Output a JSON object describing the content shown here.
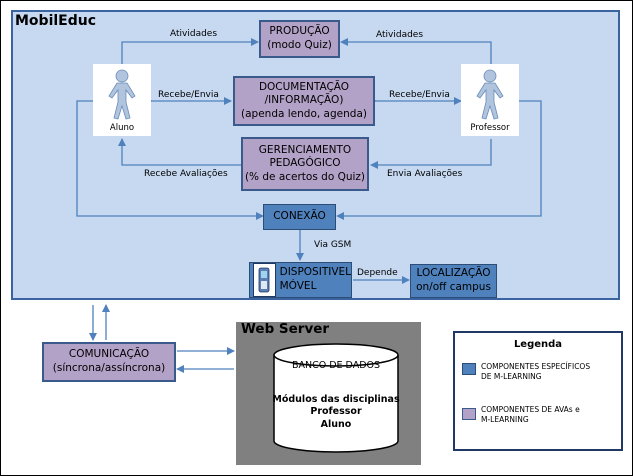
{
  "main": {
    "title": "MobilEduc"
  },
  "actors": {
    "aluno": {
      "label": "Aluno"
    },
    "professor": {
      "label": "Professor"
    }
  },
  "boxes": {
    "producao": [
      "PRODUÇÃO",
      "(modo Quiz)"
    ],
    "documentacao": [
      "DOCUMENTAÇÃO",
      "/INFORMAÇÃO)",
      "(apenda lendo, agenda)"
    ],
    "gerenciamento": [
      "GERENCIAMENTO",
      "PEDAGÓGICO",
      "(% de acertos do Quiz)"
    ],
    "conexao": "CONEXÃO",
    "dispositivo": [
      "DISPOSITIVEL",
      "MÓVEL"
    ],
    "localizacao": [
      "LOCALIZAÇÃO",
      "on/off campus"
    ],
    "comunicacao": [
      "COMUNICAÇÃO",
      "(síncrona/assíncrona)"
    ]
  },
  "arrow_labels": {
    "atividades_left": "Atividades",
    "atividades_right": "Atividades",
    "recebe_envia_left": "Recebe/Envia",
    "recebe_envia_right": "Recebe/Envia",
    "recebe_avaliacoes": "Recebe Avaliações",
    "envia_avaliacoes": "Envia Avaliações",
    "via_gsm": "Via GSM",
    "depende": "Depende"
  },
  "web_server": {
    "title": "Web Server",
    "database_title": "BANCO DE DADOS",
    "database_contents": [
      "Módulos das disciplinas",
      "Professor",
      "Aluno"
    ]
  },
  "legend": {
    "title": "Legenda",
    "items": [
      {
        "color": "#4f81bd",
        "text": [
          "COMPONENTES ESPECÍFICOS",
          "DE M-LEARNING"
        ]
      },
      {
        "color": "#b3a2c7",
        "text": [
          "COMPONENTES DE AVAs  e",
          "M-LEARNING"
        ]
      }
    ]
  },
  "colors": {
    "main_background": "#c6d9f1",
    "purple_component": "#b3a2c7",
    "blue_component": "#4f81bd",
    "connector": "#4f81bd",
    "server_background": "#808080"
  }
}
